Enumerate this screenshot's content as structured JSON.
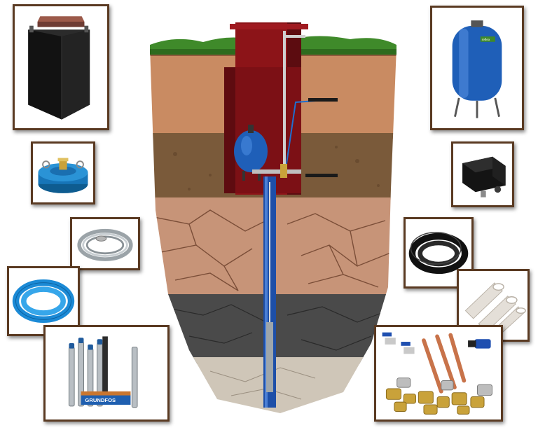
{
  "image": {
    "subject": "",
    "brand_text_on_pump_box": "GRUNDFOS",
    "brand_text_on_tank": "reflex"
  },
  "cards": [
    {
      "id": "caisson",
      "icon": "caisson-icon"
    },
    {
      "id": "well-head-cap",
      "icon": "well-cap-icon"
    },
    {
      "id": "steel-cable",
      "icon": "cable-coil-icon"
    },
    {
      "id": "blue-hose",
      "icon": "blue-pipe-coil-icon"
    },
    {
      "id": "submersible-pumps",
      "icon": "pump-icon"
    },
    {
      "id": "expansion-tank",
      "icon": "expansion-tank-icon"
    },
    {
      "id": "pressure-switch",
      "icon": "pressure-switch-icon"
    },
    {
      "id": "black-pipe",
      "icon": "black-pipe-coil-icon"
    },
    {
      "id": "plastic-pipes",
      "icon": "pipes-icon"
    },
    {
      "id": "brass-fittings",
      "icon": "fittings-icon"
    }
  ],
  "colors": {
    "frame": "#5a3a22",
    "caisson_red": "#8c1418",
    "tank_blue": "#1f5fb8",
    "grass": "#3f8a2a",
    "topsoil": "#c98b62",
    "clay": "#7a5a3a",
    "cracked_soil": "#c79478",
    "dark_rock": "#4a4a4a"
  }
}
